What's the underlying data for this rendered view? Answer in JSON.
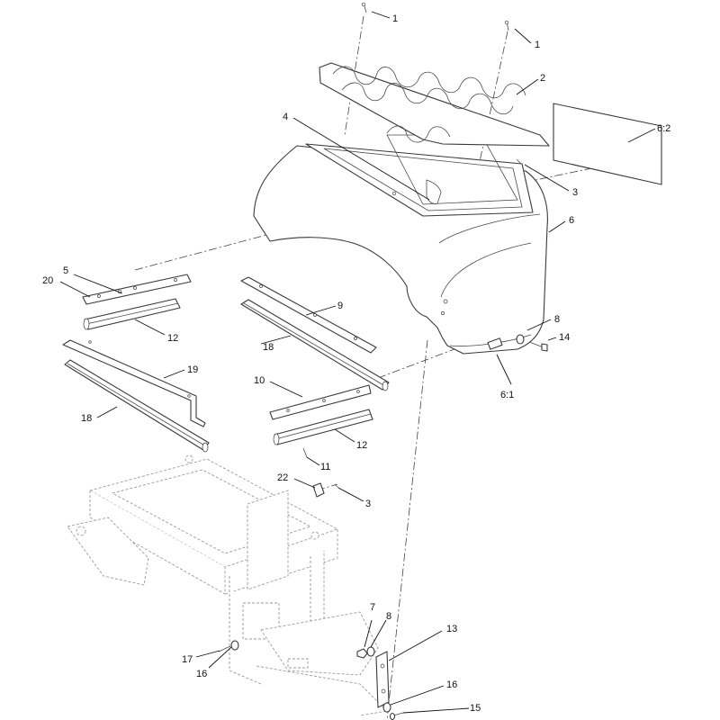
{
  "callouts": [
    {
      "id": "c1a",
      "text": "1"
    },
    {
      "id": "c1b",
      "text": "1"
    },
    {
      "id": "c2",
      "text": "2"
    },
    {
      "id": "c62",
      "text": "6:2"
    },
    {
      "id": "c4",
      "text": "4"
    },
    {
      "id": "c3a",
      "text": "3"
    },
    {
      "id": "c6",
      "text": "6"
    },
    {
      "id": "c5",
      "text": "5"
    },
    {
      "id": "c20",
      "text": "20"
    },
    {
      "id": "c12a",
      "text": "12"
    },
    {
      "id": "c9",
      "text": "9"
    },
    {
      "id": "c18a",
      "text": "18"
    },
    {
      "id": "c8a",
      "text": "8"
    },
    {
      "id": "c14",
      "text": "14"
    },
    {
      "id": "c19",
      "text": "19"
    },
    {
      "id": "c18b",
      "text": "18"
    },
    {
      "id": "c10",
      "text": "10"
    },
    {
      "id": "c61",
      "text": "6:1"
    },
    {
      "id": "c12b",
      "text": "12"
    },
    {
      "id": "c11",
      "text": "11"
    },
    {
      "id": "c22",
      "text": "22"
    },
    {
      "id": "c3b",
      "text": "3"
    },
    {
      "id": "c7",
      "text": "7"
    },
    {
      "id": "c8b",
      "text": "8"
    },
    {
      "id": "c13",
      "text": "13"
    },
    {
      "id": "c17",
      "text": "17"
    },
    {
      "id": "c16a",
      "text": "16"
    },
    {
      "id": "c16b",
      "text": "16"
    },
    {
      "id": "c15",
      "text": "15"
    }
  ]
}
